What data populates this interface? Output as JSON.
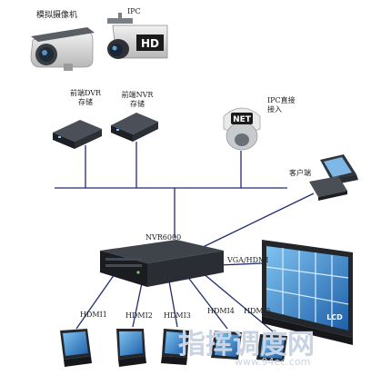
{
  "labels": {
    "analog_camera": "模拟摄像机",
    "ipc": "IPC",
    "front_dvr": [
      "前端DVR",
      "存储"
    ],
    "front_nvr": [
      "前端NVR",
      "存储"
    ],
    "ipc_direct": [
      "IPC直接",
      "接入"
    ],
    "client": "客户端",
    "nvr6000": "NVR6000",
    "vga_hdmi": "VGA/HDMI",
    "hdmi": [
      "HDMI1",
      "HDMI2",
      "HDMI3",
      "HDMI4",
      "HDMI5"
    ]
  },
  "device_text": {
    "ipc_badge": "HD",
    "dome_badge": "NET",
    "lcd_badge": "LCD"
  },
  "watermark": {
    "brand": "指挥调度网",
    "url": "www.94ec.com"
  },
  "colors": {
    "line": "#1e2d6e",
    "box_dark": "#262a30",
    "screen_blue": "#2a6fb8",
    "watermark": "#c9d3e3"
  }
}
